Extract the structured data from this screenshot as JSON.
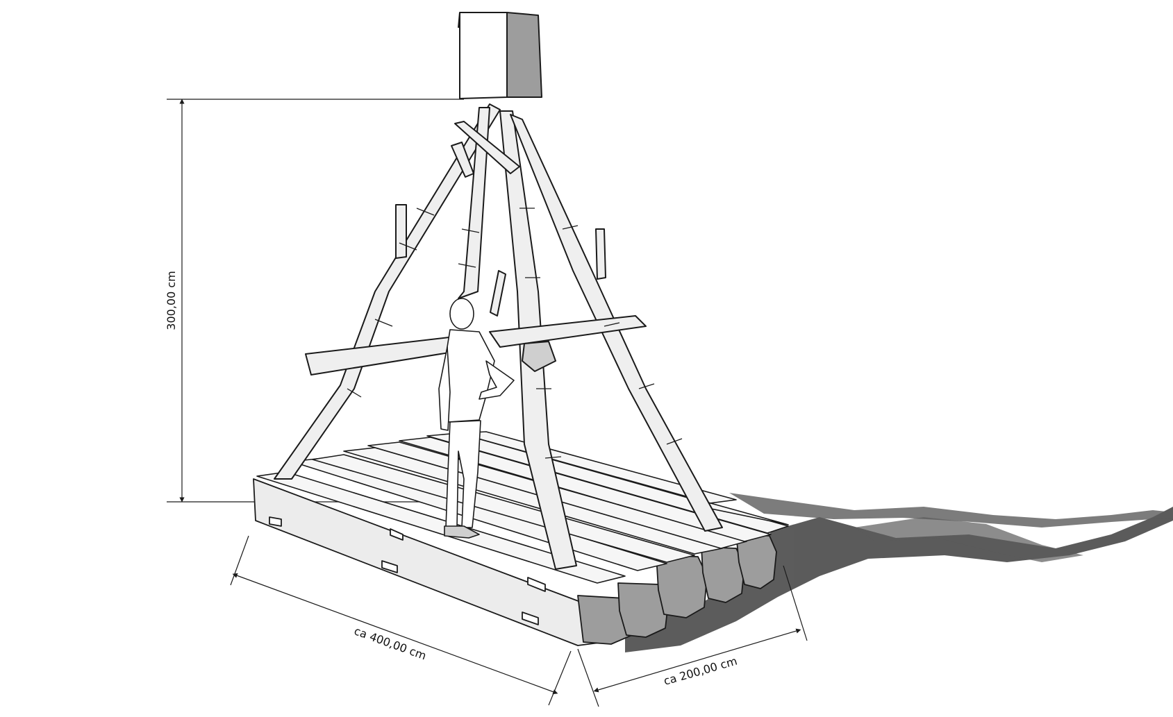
{
  "dimensions": {
    "height_label": "300,00 cm",
    "length_label": "ca 400,00 cm",
    "width_label": "ca 200,00 cm"
  },
  "colors": {
    "line": "#1a1a1a",
    "wood_light": "#ececec",
    "wood_shade": "#9d9d9d",
    "shadow": "#4a4a4a",
    "background": "#ffffff"
  }
}
